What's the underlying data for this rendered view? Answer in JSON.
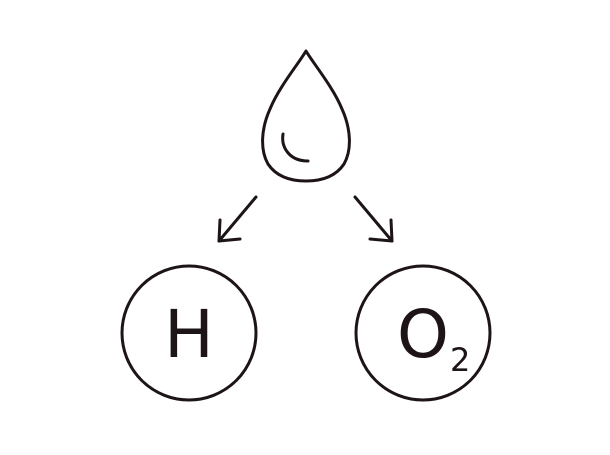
{
  "colors": {
    "stroke": "#1d1417",
    "background": "#ffffff"
  },
  "nodes": {
    "source": {
      "icon": "water-drop-icon"
    },
    "left": {
      "label": "H"
    },
    "right": {
      "label": "O",
      "subscript": "2"
    }
  },
  "arrows": [
    {
      "from": "source",
      "to": "left",
      "icon": "arrow-down-left-icon"
    },
    {
      "from": "source",
      "to": "right",
      "icon": "arrow-down-right-icon"
    }
  ]
}
